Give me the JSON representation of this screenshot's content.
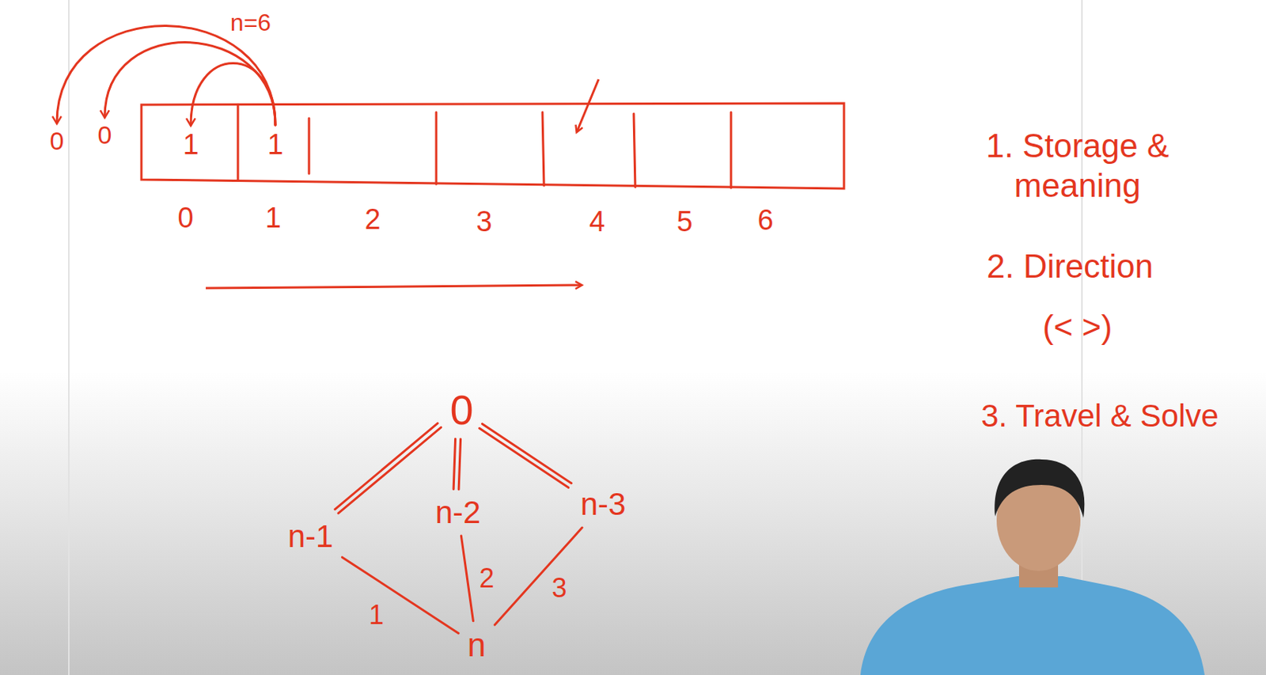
{
  "diagram": {
    "nodes": [
      {
        "text": [
          "0"
        ]
      },
      {
        "text": [
          "0"
        ]
      },
      {
        "text": [
          "1"
        ]
      },
      {
        "text": [
          "1"
        ]
      },
      {
        "text": [
          "0"
        ]
      },
      {
        "text": [
          "n-1"
        ]
      },
      {
        "text": [
          "n-2"
        ]
      },
      {
        "text": [
          "n-3"
        ]
      },
      {
        "text": [
          "n"
        ]
      }
    ],
    "edges": [
      {
        "from": 3,
        "to": 2,
        "arrow": "to"
      },
      {
        "from": 3,
        "to": 1,
        "arrow": "to"
      },
      {
        "from": 3,
        "to": 0,
        "arrow": "to"
      },
      {
        "from": 4,
        "to": 5,
        "arrow": "none"
      },
      {
        "from": 4,
        "to": 6,
        "arrow": "none"
      },
      {
        "from": 4,
        "to": 7,
        "arrow": "none"
      },
      {
        "from": 5,
        "to": 8,
        "label": "1",
        "arrow": "none"
      },
      {
        "from": 6,
        "to": 8,
        "label": "2",
        "arrow": "none"
      },
      {
        "from": 7,
        "to": 8,
        "label": "3",
        "arrow": "none"
      }
    ],
    "labels": [
      "n=6",
      "0",
      "1",
      "2",
      "3",
      "4",
      "5",
      "6",
      "1. Storage & meaning",
      "2. Direction",
      "(< >)",
      "3. Travel & Solve"
    ]
  }
}
